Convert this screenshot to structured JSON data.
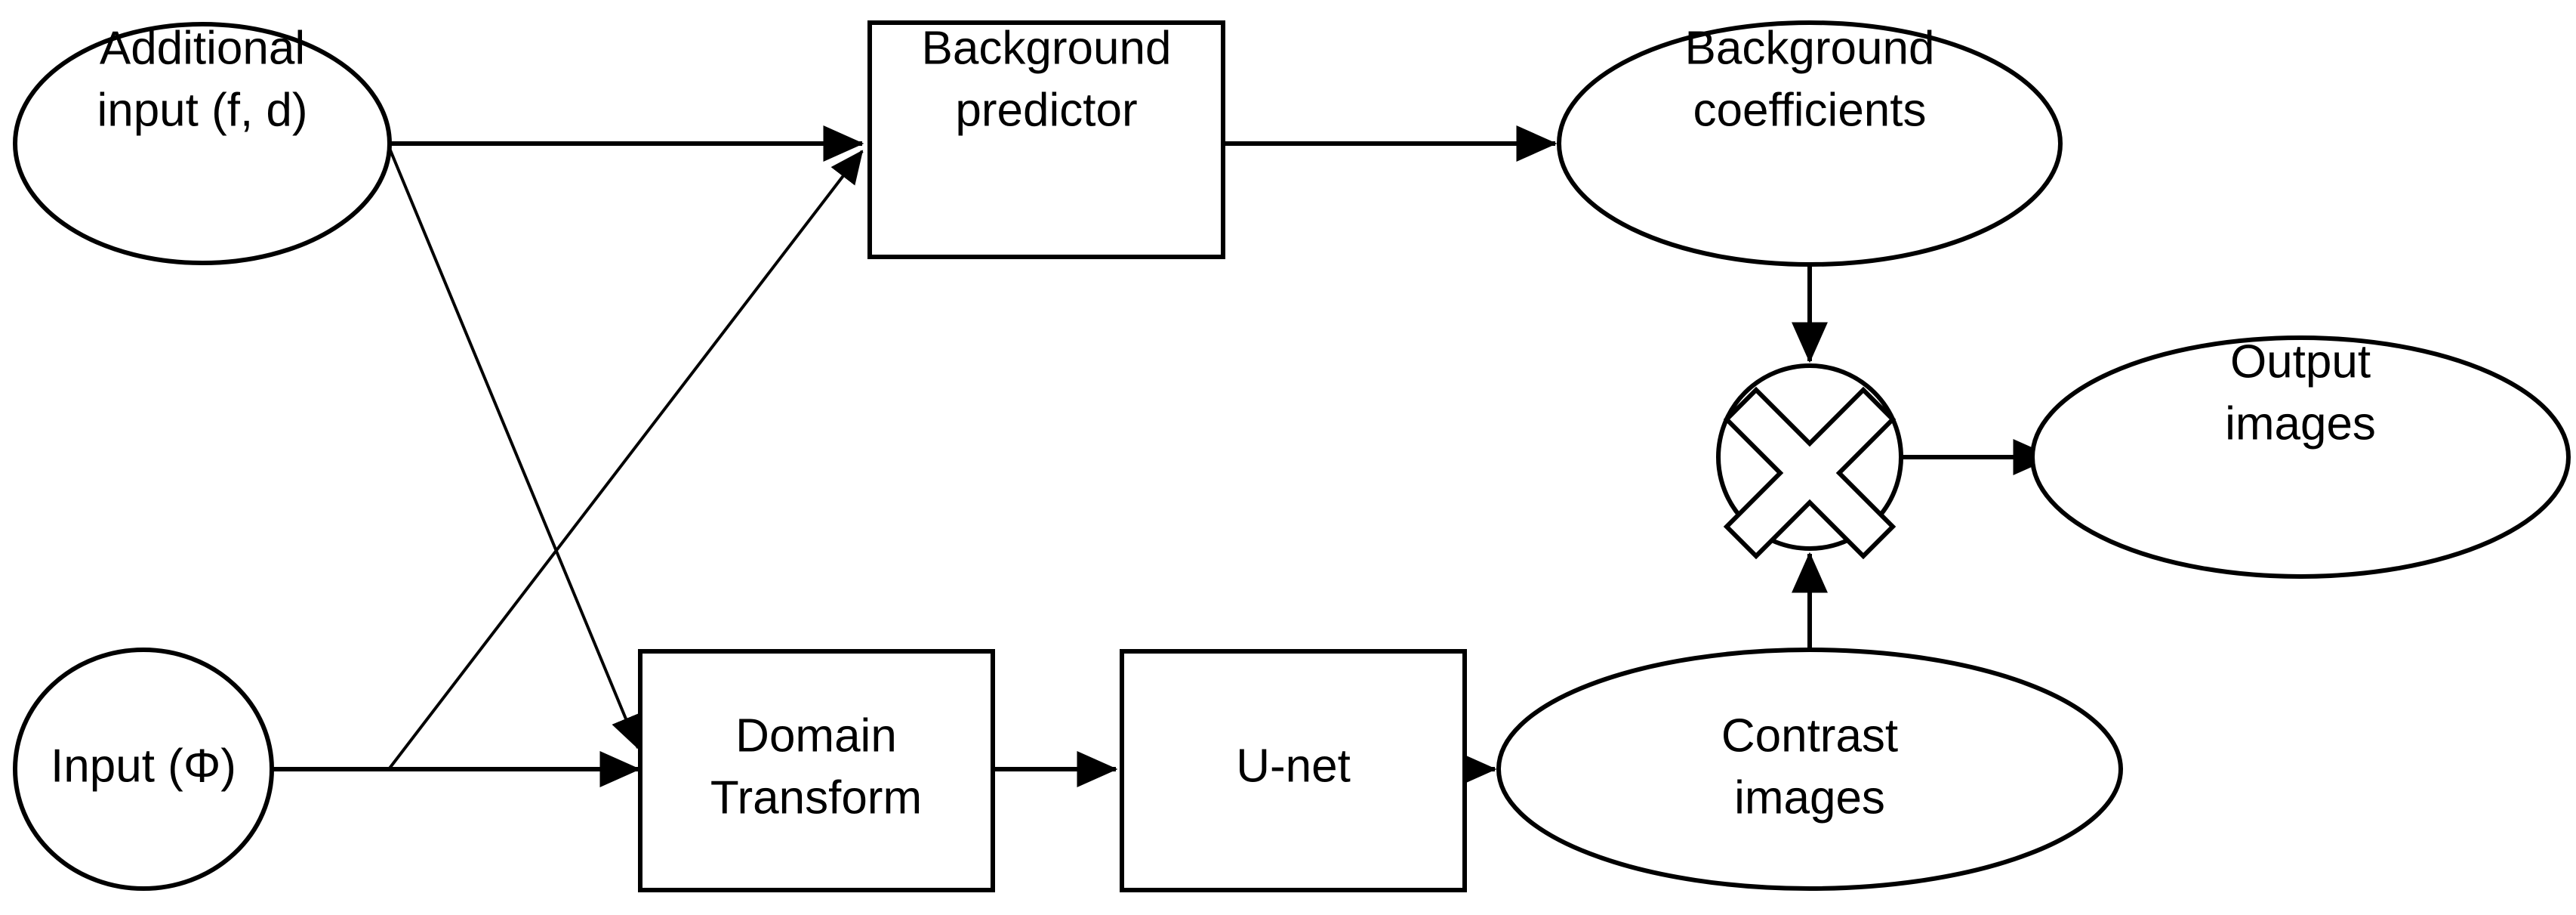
{
  "diagram": {
    "title": "Background predictor and U-net contrast pipeline",
    "background_color": "#ffffff",
    "stroke_color": "#000000",
    "nodes": [
      {
        "id": "additional-input",
        "shape": "ellipse",
        "lines": [
          "Additional",
          "input (f, d)"
        ],
        "line1": "Additional",
        "line2": "input (f, d)"
      },
      {
        "id": "background-predictor",
        "shape": "rectangle",
        "lines": [
          "Background",
          "predictor"
        ],
        "line1": "Background",
        "line2": "predictor"
      },
      {
        "id": "background-coefficients",
        "shape": "ellipse",
        "lines": [
          "Background",
          "coefficients"
        ],
        "line1": "Background",
        "line2": "coefficients"
      },
      {
        "id": "multiply-operator",
        "shape": "circle-with-cross",
        "lines": [],
        "icon": "multiply-icon",
        "symbol": "×"
      },
      {
        "id": "output-images",
        "shape": "ellipse",
        "lines": [
          "Output",
          "images"
        ],
        "line1": "Output",
        "line2": "images"
      },
      {
        "id": "input-phi",
        "shape": "ellipse",
        "lines": [
          "Input (Φ)"
        ],
        "line1": "Input (Φ)",
        "line2": ""
      },
      {
        "id": "domain-transform",
        "shape": "rectangle",
        "lines": [
          "Domain",
          "Transform"
        ],
        "line1": "Domain",
        "line2": "Transform"
      },
      {
        "id": "u-net",
        "shape": "rectangle",
        "lines": [
          "U-net"
        ],
        "line1": "U-net",
        "line2": ""
      },
      {
        "id": "contrast-images",
        "shape": "ellipse",
        "lines": [
          "Contrast",
          "images"
        ],
        "line1": "Contrast",
        "line2": "images"
      }
    ],
    "edges": [
      {
        "id": "edge-addinput-to-bgpredictor",
        "from": "additional-input",
        "to": "background-predictor",
        "style": "straight-horizontal",
        "arrow": true
      },
      {
        "id": "edge-addinput-to-domaintransform",
        "from": "additional-input",
        "to": "domain-transform",
        "style": "diagonal",
        "arrow": true
      },
      {
        "id": "edge-inputphi-to-bgpredictor",
        "from": "input-phi",
        "to": "background-predictor",
        "style": "diagonal",
        "arrow": true
      },
      {
        "id": "edge-inputphi-to-domaintransform",
        "from": "input-phi",
        "to": "domain-transform",
        "style": "straight-horizontal",
        "arrow": true
      },
      {
        "id": "edge-bgpredictor-to-bgcoefficients",
        "from": "background-predictor",
        "to": "background-coefficients",
        "style": "straight-horizontal",
        "arrow": true
      },
      {
        "id": "edge-bgcoefficients-to-multiply",
        "from": "background-coefficients",
        "to": "multiply-operator",
        "style": "straight-vertical-down",
        "arrow": true
      },
      {
        "id": "edge-contrastimages-to-multiply",
        "from": "contrast-images",
        "to": "multiply-operator",
        "style": "straight-vertical-up",
        "arrow": true
      },
      {
        "id": "edge-multiply-to-outputimages",
        "from": "multiply-operator",
        "to": "output-images",
        "style": "straight-horizontal",
        "arrow": true
      },
      {
        "id": "edge-domaintransform-to-unet",
        "from": "domain-transform",
        "to": "u-net",
        "style": "straight-horizontal",
        "arrow": true
      },
      {
        "id": "edge-unet-to-contrastimages",
        "from": "u-net",
        "to": "contrast-images",
        "style": "straight-horizontal",
        "arrow": true
      }
    ]
  }
}
